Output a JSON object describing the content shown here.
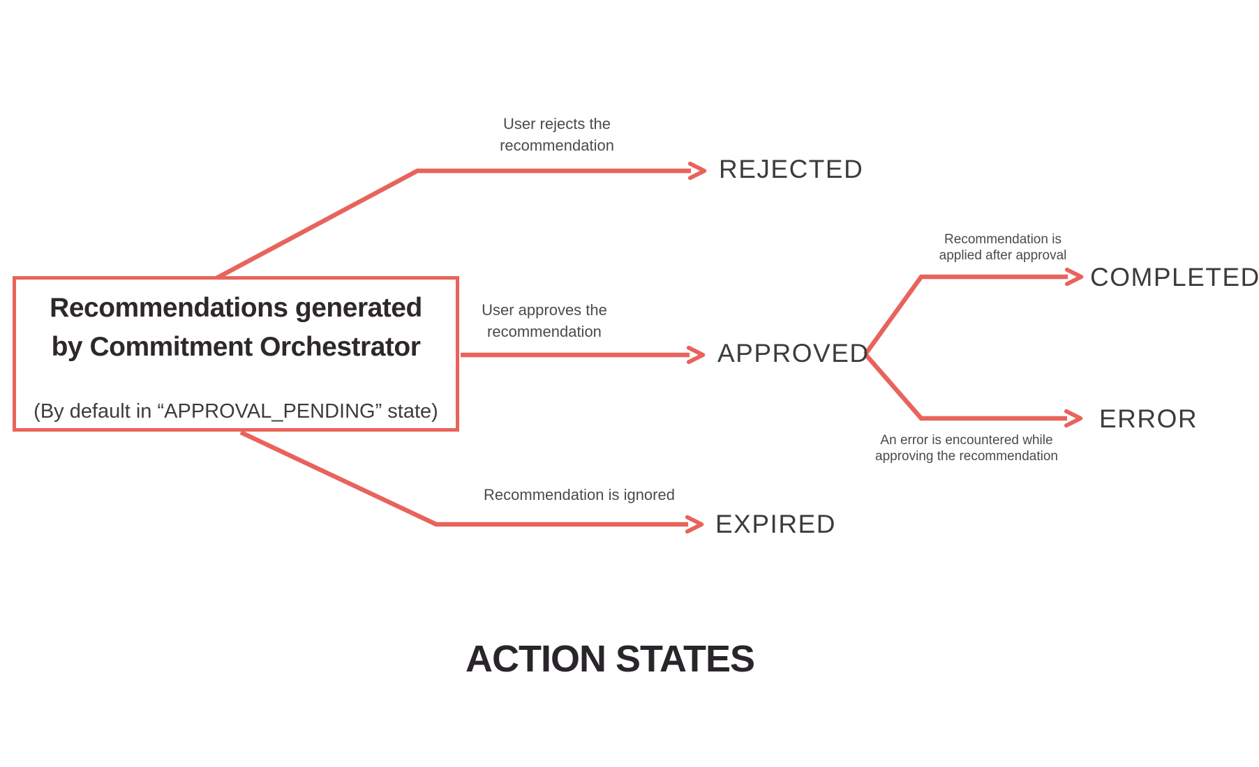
{
  "diagram_title": "ACTION STATES",
  "accent_color": "#e8635c",
  "source_box": {
    "title_line1": "Recommendations generated",
    "title_line2": "by Commitment Orchestrator",
    "subtitle": "(By default in “APPROVAL_PENDING” state)"
  },
  "transitions": {
    "rejected": {
      "label_line1": "User rejects the",
      "label_line2": "recommendation",
      "state": "REJECTED"
    },
    "approved": {
      "label_line1": "User approves the",
      "label_line2": "recommendation",
      "state": "APPROVED"
    },
    "expired": {
      "label_line1": "Recommendation is ignored",
      "state": "EXPIRED"
    },
    "completed": {
      "label_line1": "Recommendation is",
      "label_line2": "applied after approval",
      "state": "COMPLETED"
    },
    "error": {
      "label_line1": "An error is encountered while",
      "label_line2": "approving the recommendation",
      "state": "ERROR"
    }
  }
}
